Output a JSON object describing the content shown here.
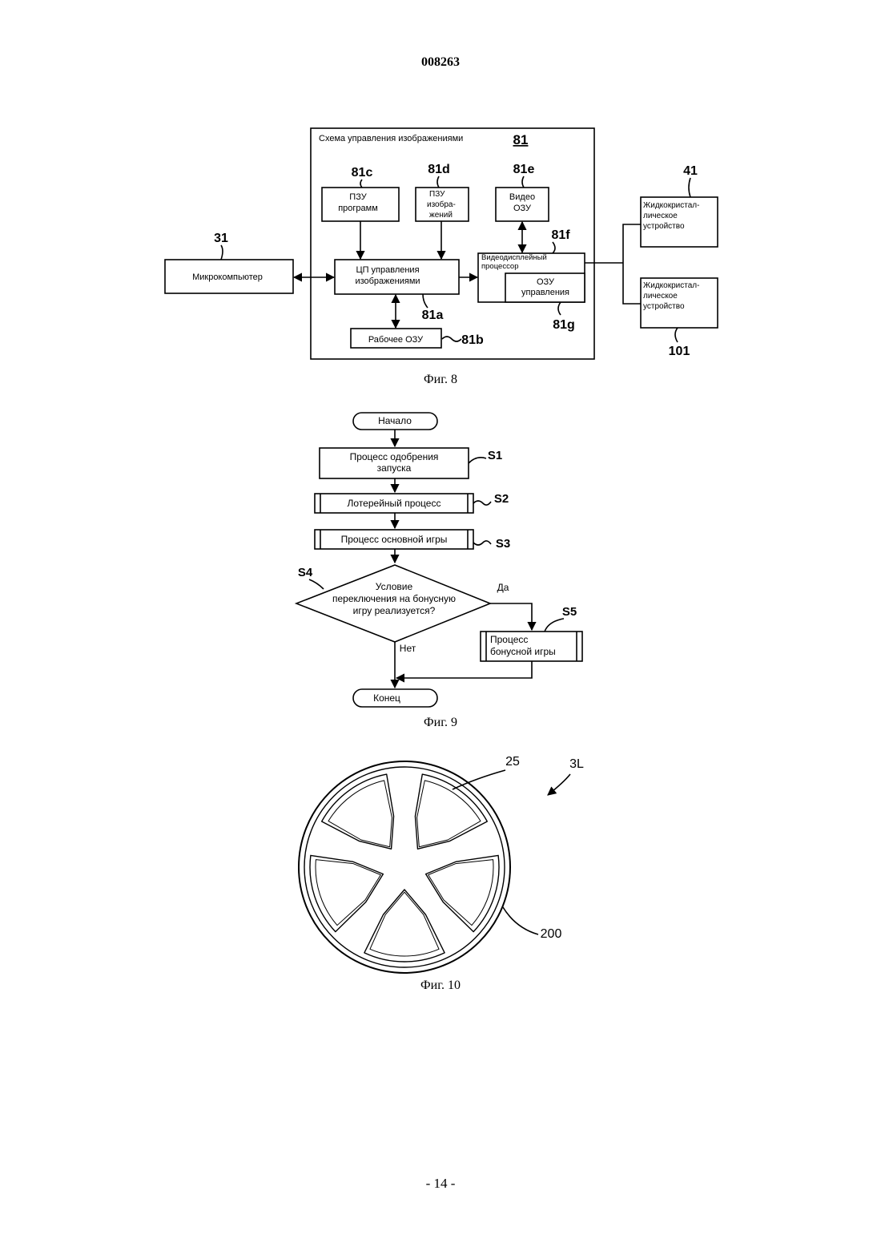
{
  "header": {
    "doc_number": "008263"
  },
  "footer": {
    "page_number": "- 14 -"
  },
  "fig8": {
    "caption": "Фиг. 8",
    "outer": {
      "title": "Схема управления изображениями",
      "ref": "81"
    },
    "microcomputer": {
      "label": "Микрокомпьютер",
      "ref": "31"
    },
    "program_rom": {
      "lines": [
        "ПЗУ",
        "программ"
      ],
      "ref": "81c"
    },
    "image_rom": {
      "lines": [
        "ПЗУ",
        "изобра-",
        "жений"
      ],
      "ref": "81d"
    },
    "video_ram": {
      "lines": [
        "Видео",
        "ОЗУ"
      ],
      "ref": "81e"
    },
    "cpu": {
      "lines": [
        "ЦП управления",
        "изображениями"
      ],
      "ref": "81a"
    },
    "work_ram": {
      "label": "Рабочее ОЗУ",
      "ref": "81b"
    },
    "vdp": {
      "lines": [
        "Видеодисплейный",
        "процессор"
      ],
      "ref": "81f"
    },
    "control_ram": {
      "lines": [
        "ОЗУ",
        "управления"
      ],
      "ref": "81g"
    },
    "lcd_top": {
      "lines": [
        "Жидкокристал-",
        "лическое",
        "устройство"
      ],
      "ref": "41"
    },
    "lcd_bottom": {
      "lines": [
        "Жидкокристал-",
        "лическое",
        "устройство"
      ],
      "ref": "101"
    }
  },
  "fig9": {
    "caption": "Фиг. 9",
    "start": "Начало",
    "s1": {
      "lines": [
        "Процесс одобрения",
        "запуска"
      ],
      "ref": "S1"
    },
    "s2": {
      "label": "Лотерейный процесс",
      "ref": "S2"
    },
    "s3": {
      "label": "Процесс основной игры",
      "ref": "S3"
    },
    "s4": {
      "lines": [
        "Условие",
        "переключения на бонусную",
        "игру реализуется?"
      ],
      "ref": "S4",
      "yes": "Да",
      "no": "Нет"
    },
    "s5": {
      "lines": [
        "Процесс",
        "бонусной игры"
      ],
      "ref": "S5"
    },
    "end": "Конец"
  },
  "fig10": {
    "caption": "Фиг. 10",
    "ref_25": "25",
    "ref_3l": "3L",
    "ref_200": "200"
  }
}
